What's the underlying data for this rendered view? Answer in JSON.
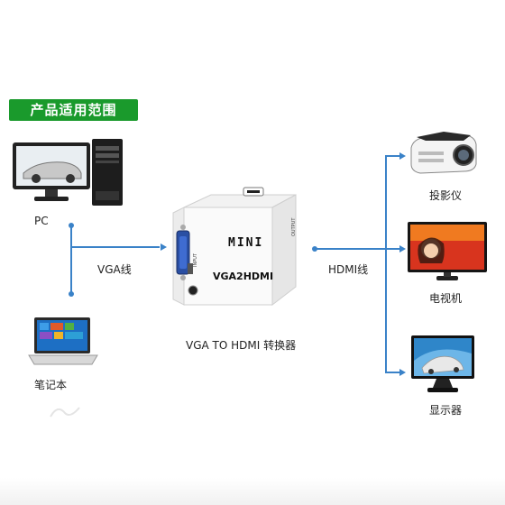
{
  "banner": {
    "title": "产品适用范围"
  },
  "sources": {
    "pc_label": "PC",
    "laptop_label": "笔记本",
    "vga_cable_label": "VGA线"
  },
  "device": {
    "brand": "MINI",
    "model": "VGA2HDMI",
    "caption": "VGA TO HDMI 转换器",
    "input_port": "INPUT",
    "output_port": "OUTPUT"
  },
  "outputs": {
    "hdmi_cable_label": "HDMI线",
    "projector_label": "投影仪",
    "tv_label": "电视机",
    "monitor_label": "显示器"
  }
}
